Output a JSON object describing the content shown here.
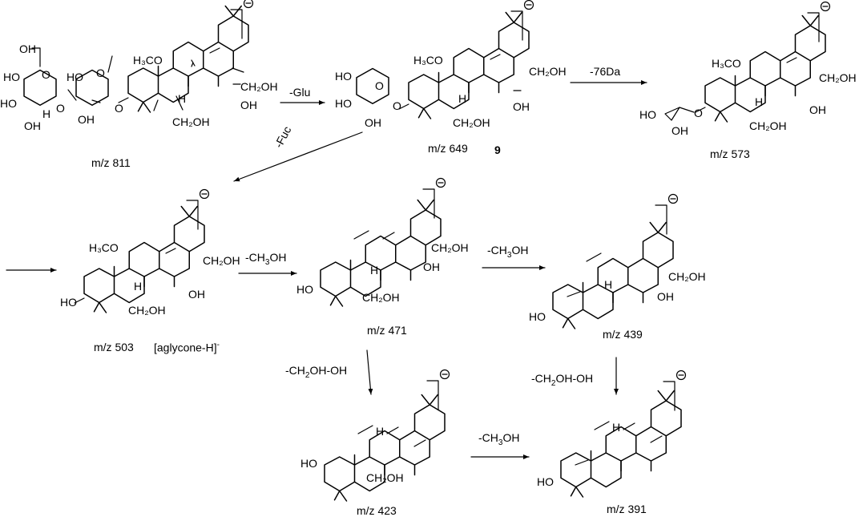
{
  "compounds": [
    {
      "id": "c811",
      "mz_label": "m/z 811",
      "compound_no": "",
      "charge": "⊖"
    },
    {
      "id": "c649",
      "mz_label": "m/z 649",
      "compound_no": "9",
      "charge": "⊖"
    },
    {
      "id": "c573",
      "mz_label": "m/z 573",
      "compound_no": "",
      "charge": "⊖"
    },
    {
      "id": "c503",
      "mz_label": "m/z 503",
      "note": "[aglycone-H]",
      "note_sup": "-",
      "charge": "⊖"
    },
    {
      "id": "c471",
      "mz_label": "m/z 471",
      "compound_no": "",
      "charge": "⊖"
    },
    {
      "id": "c439",
      "mz_label": "m/z 439",
      "compound_no": "",
      "charge": "⊖"
    },
    {
      "id": "c423",
      "mz_label": "m/z 423",
      "compound_no": "",
      "charge": "⊖"
    },
    {
      "id": "c391",
      "mz_label": "m/z 391",
      "compound_no": "",
      "charge": "⊖"
    }
  ],
  "arrows": [
    {
      "id": "a-glu",
      "label": "-Glu"
    },
    {
      "id": "a-76",
      "label": "-76Da"
    },
    {
      "id": "a-fuc",
      "label": "-Fuc"
    },
    {
      "id": "a-ch3oh-1",
      "label": "-CH3OH"
    },
    {
      "id": "a-ch3oh-2",
      "label": "-CH3OH"
    },
    {
      "id": "a-ch2oh-1",
      "label": "-CH2OH-OH"
    },
    {
      "id": "a-ch2oh-2",
      "label": "-CH2OH-OH"
    },
    {
      "id": "a-ch3oh-3",
      "label": "-CH3OH"
    }
  ],
  "groups": {
    "methoxy": "H3CO",
    "hydroxymethyl": "CH2OH",
    "hydroxy": "OH",
    "hydroxy_left": "HO",
    "hydrogen": "H",
    "oxygen": "O"
  },
  "colors": {
    "ink": "#000000",
    "background": "#ffffff"
  }
}
